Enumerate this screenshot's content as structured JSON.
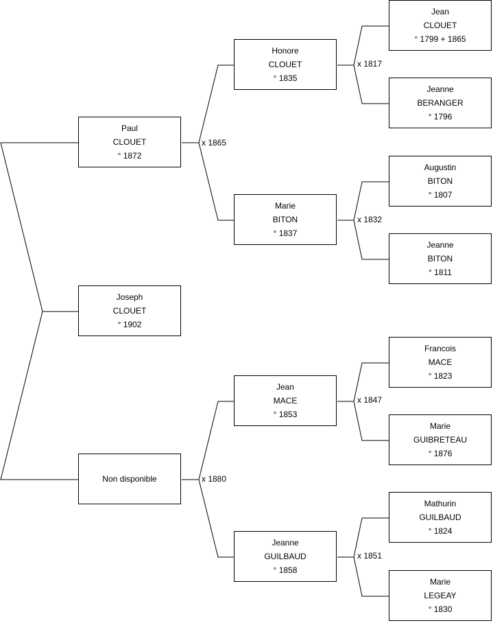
{
  "people": {
    "joseph": {
      "first": "Joseph",
      "last": "CLOUET",
      "dates": "° 1902"
    },
    "paul": {
      "first": "Paul",
      "last": "CLOUET",
      "dates": "° 1872"
    },
    "unknown": {
      "text": "Non disponible"
    },
    "honore": {
      "first": "Honore",
      "last": "CLOUET",
      "dates": "° 1835"
    },
    "marie_b": {
      "first": "Marie",
      "last": "BITON",
      "dates": "° 1837"
    },
    "jean_m": {
      "first": "Jean",
      "last": "MACE",
      "dates": "° 1853"
    },
    "jeanne_g": {
      "first": "Jeanne",
      "last": "GUILBAUD",
      "dates": "° 1858"
    },
    "jean_c": {
      "first": "Jean",
      "last": "CLOUET",
      "dates": "° 1799 + 1865"
    },
    "jeanne_be": {
      "first": "Jeanne",
      "last": "BERANGER",
      "dates": "° 1796"
    },
    "augustin": {
      "first": "Augustin",
      "last": "BITON",
      "dates": "° 1807"
    },
    "jeanne_bi": {
      "first": "Jeanne",
      "last": "BITON",
      "dates": "° 1811"
    },
    "francois": {
      "first": "Francois",
      "last": "MACE",
      "dates": "° 1823"
    },
    "marie_gu": {
      "first": "Marie",
      "last": "GUIBRETEAU",
      "dates": "° 1876"
    },
    "mathurin": {
      "first": "Mathurin",
      "last": "GUILBAUD",
      "dates": "° 1824"
    },
    "marie_l": {
      "first": "Marie",
      "last": "LEGEAY",
      "dates": "° 1830"
    }
  },
  "marriages": {
    "paul_parents": "x 1865",
    "unknown_parents": "x 1880",
    "honore_parents": "x 1817",
    "marie_b_parents": "x 1832",
    "jean_m_parents": "x 1847",
    "jeanne_g_parents": "x 1851"
  }
}
